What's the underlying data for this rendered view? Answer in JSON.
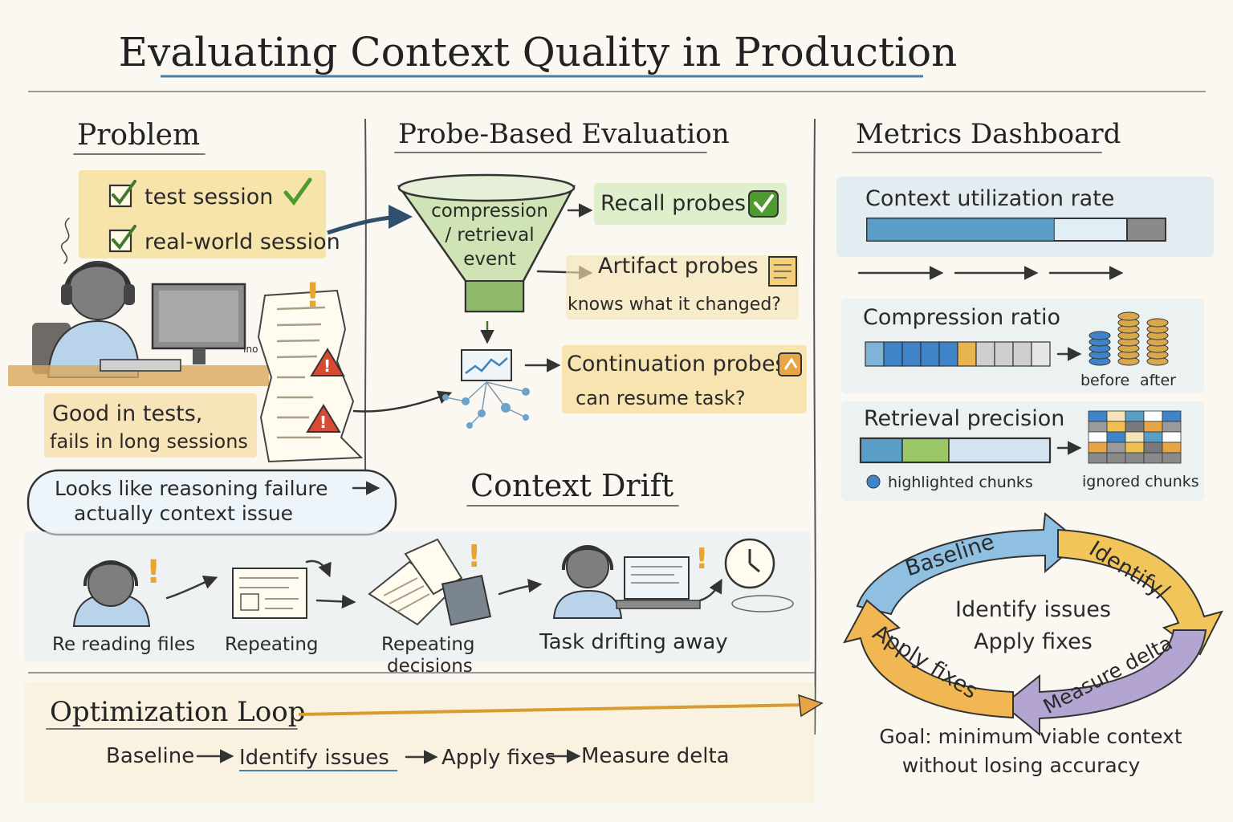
{
  "title": "Evaluating Context Quality in Production",
  "problem": {
    "heading": "Problem",
    "checks": [
      "test session",
      "real-world session"
    ],
    "caption": [
      "Good in tests,",
      "fails in long sessions"
    ],
    "doc_label": "Ino",
    "callout": [
      "Looks like reasoning failure",
      "actually context issue"
    ]
  },
  "probe": {
    "heading": "Probe-Based Evaluation",
    "funnel": [
      "compression",
      "/ retrieval",
      "event"
    ],
    "recall": "Recall probes",
    "artifact": "Artifact probes",
    "artifact_q": "knows what it changed?",
    "continuation": "Continuation probes",
    "continuation_q": "can resume task?"
  },
  "drift": {
    "heading": "Context Drift",
    "steps": [
      {
        "label": "Re reading files"
      },
      {
        "label": "Repeating"
      },
      {
        "label": "Repeating",
        "label2": "decisions"
      },
      {
        "label": "Task drifting away"
      }
    ]
  },
  "loop": {
    "heading": "Optimization Loop",
    "steps": [
      "Baseline",
      "Identify issues",
      "Apply fixes",
      "Measure delta"
    ]
  },
  "metrics": {
    "heading": "Metrics Dashboard",
    "utilization": {
      "label": "Context utilization rate",
      "fill": 0.72
    },
    "compression": {
      "label": "Compression ratio",
      "before": "before",
      "after": "after"
    },
    "retrieval": {
      "label": "Retrieval precision",
      "highlighted": "highlighted chunks",
      "ignored": "ignored chunks"
    }
  },
  "cycle": {
    "segments": [
      "Baseline",
      "Identify/",
      "Measure delta",
      "Apply fixes"
    ],
    "center": [
      "Identify issues",
      "Apply fixes"
    ],
    "goal": [
      "Goal: minimum viable context",
      "without losing accuracy"
    ]
  },
  "colors": {
    "blue": "#5a9ec8",
    "yellow": "#f1c55a",
    "green": "#7cbf5a",
    "purple": "#a998c8",
    "orange": "#e8a545",
    "red": "#d94a32",
    "ink": "#2a2a2a"
  }
}
